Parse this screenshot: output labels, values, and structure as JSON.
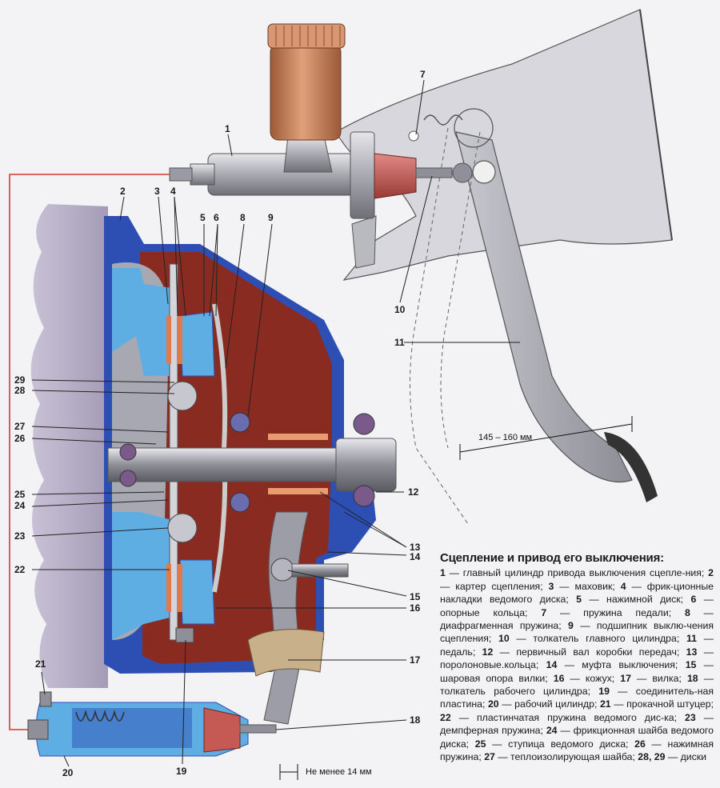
{
  "caption": {
    "title": "Сцепление и привод его выключения:",
    "items": [
      {
        "n": "1",
        "t": "главный цилиндр привода выключения сцепле-ния;"
      },
      {
        "n": "2",
        "t": "картер сцепления;"
      },
      {
        "n": "3",
        "t": "маховик;"
      },
      {
        "n": "4",
        "t": "фрик-ционные накладки ведомого диска;"
      },
      {
        "n": "5",
        "t": "нажимной диск;"
      },
      {
        "n": "6",
        "t": "опорные кольца;"
      },
      {
        "n": "7",
        "t": "пружина педали;"
      },
      {
        "n": "8",
        "t": "диафрагменная пружина;"
      },
      {
        "n": "9",
        "t": "подшипник выклю-чения сцепления;"
      },
      {
        "n": "10",
        "t": "толкатель главного цилиндра;"
      },
      {
        "n": "11",
        "t": "педаль;"
      },
      {
        "n": "12",
        "t": "первичный вал коробки передач;"
      },
      {
        "n": "13",
        "t": "поролоновые.кольца;"
      },
      {
        "n": "14",
        "t": "муфта выключения;"
      },
      {
        "n": "15",
        "t": "шаровая опора вилки;"
      },
      {
        "n": "16",
        "t": "кожух;"
      },
      {
        "n": "17",
        "t": "вилка;"
      },
      {
        "n": "18",
        "t": "толкатель рабочего цилиндра;"
      },
      {
        "n": "19",
        "t": "соединитель-ная пластина;"
      },
      {
        "n": "20",
        "t": "рабочий цилиндр;"
      },
      {
        "n": "21",
        "t": "прокачной штуцер;"
      },
      {
        "n": "22",
        "t": "пластинчатая пружина ведомого дис-ка;"
      },
      {
        "n": "23",
        "t": "демпферная пружина;"
      },
      {
        "n": "24",
        "t": "фрикционная шайба ведомого диска;"
      },
      {
        "n": "25",
        "t": "ступица ведомого диска;"
      },
      {
        "n": "26",
        "t": "нажимная пружина;"
      },
      {
        "n": "27",
        "t": "теплоизолирующая шайба;"
      },
      {
        "n": "28, 29",
        "t": "диски"
      }
    ]
  },
  "dimensions": {
    "pedal_travel": "145 – 160 мм",
    "min_gap": "Не менее 14 мм"
  },
  "labels": [
    "1",
    "2",
    "3",
    "4",
    "5",
    "6",
    "7",
    "8",
    "9",
    "10",
    "11",
    "12",
    "13",
    "14",
    "15",
    "16",
    "17",
    "18",
    "19",
    "20",
    "21",
    "22",
    "23",
    "24",
    "25",
    "26",
    "27",
    "28",
    "29"
  ],
  "colors": {
    "housing_blue": "#2d4fb4",
    "cover_red": "#8a2b22",
    "light_blue": "#5eaee4",
    "grey": "#9b9ba5",
    "reservoir": "#c8825a",
    "piston_red": "#c55a55",
    "hydraulic_line": "#d43a30"
  }
}
